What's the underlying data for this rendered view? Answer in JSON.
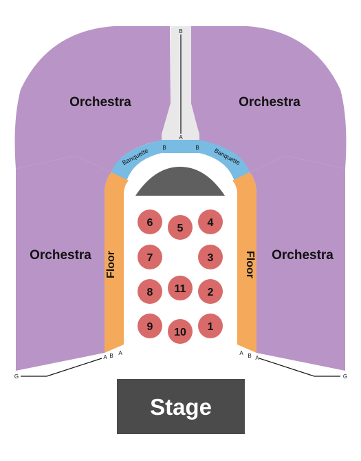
{
  "colors": {
    "orchestra": "#b994c6",
    "banquette": "#78bbe3",
    "floor": "#f5a95a",
    "table": "#d96a6a",
    "stage": "#4b4b4b",
    "dome": "#5f5f5f",
    "aisle": "#e8e8e8",
    "line": "#111111"
  },
  "sections": {
    "orchestra_label": "Orchestra",
    "banquette_label": "Banquette",
    "floor_label": "Floor",
    "stage_label": "Stage"
  },
  "rows": {
    "a": "A",
    "b": "B",
    "g": "G"
  },
  "tables": {
    "t1": "1",
    "t2": "2",
    "t3": "3",
    "t4": "4",
    "t5": "5",
    "t6": "6",
    "t7": "7",
    "t8": "8",
    "t9": "9",
    "t10": "10",
    "t11": "11"
  }
}
